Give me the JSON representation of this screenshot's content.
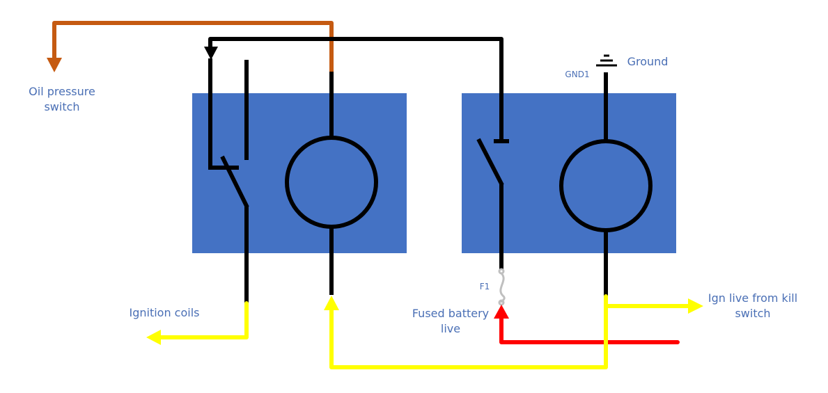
{
  "title": "Relay wiring diagram",
  "colors": {
    "relay_body": "#4472c4",
    "wire_black": "#000000",
    "wire_orange": "#c55a11",
    "wire_yellow": "#ffff00",
    "wire_red": "#ff0000",
    "fuse": "#bfbfbf",
    "label_text": "#4a6fb5"
  },
  "labels": {
    "oil_pressure": "Oil pressure switch",
    "oil_pressure_line1": "Oil pressure",
    "oil_pressure_line2": "switch",
    "ground": "Ground",
    "gnd_ref": "GND1",
    "fuse_ref": "F1",
    "fused_battery_line1": "Fused battery",
    "fused_battery_line2": "live",
    "ign_live_line1": "Ign live from kill",
    "ign_live_line2": "switch",
    "ignition_coils": "Ignition coils"
  },
  "components": [
    {
      "id": "relay-1",
      "type": "relay",
      "contacts": "changeover"
    },
    {
      "id": "relay-2",
      "type": "relay",
      "contacts": "normally-open"
    },
    {
      "id": "F1",
      "type": "fuse"
    },
    {
      "id": "GND1",
      "type": "ground"
    }
  ]
}
